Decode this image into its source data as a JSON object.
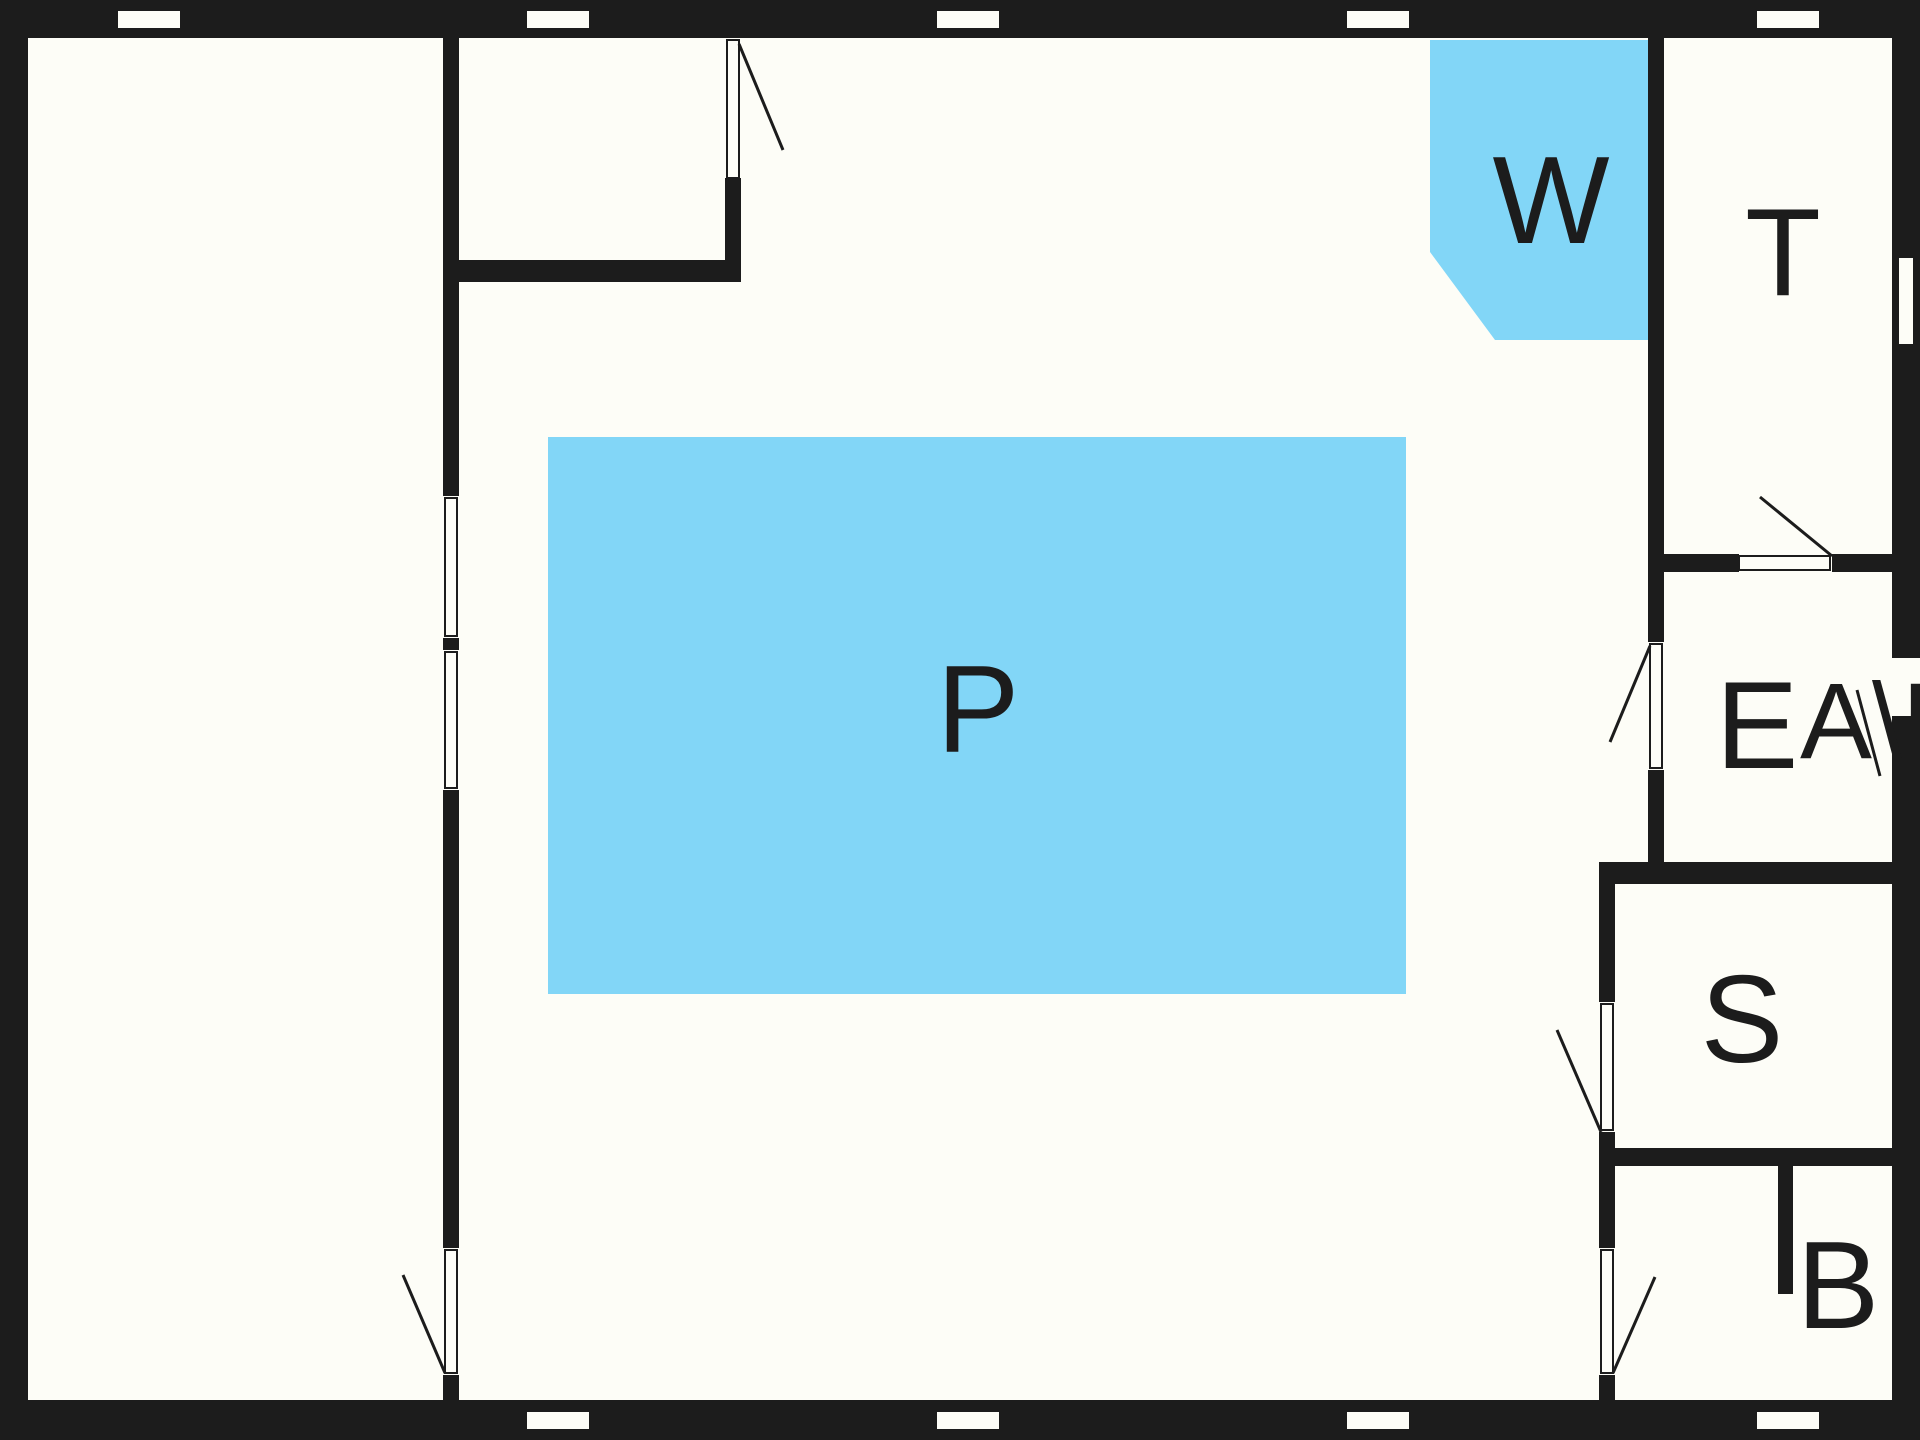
{
  "plan": {
    "colors": {
      "background": "#fdfdf7",
      "wall": "#1c1c1c",
      "pool": "#82d6f7",
      "opening": "#fdfdf7",
      "door_swing": "#1c1c1c"
    },
    "labels": {
      "pool": "P",
      "whirlpool": "W",
      "technical_room": "T",
      "entrance": "E",
      "sauna": "S",
      "bathroom": "B",
      "cut_label": "A\\E"
    }
  }
}
